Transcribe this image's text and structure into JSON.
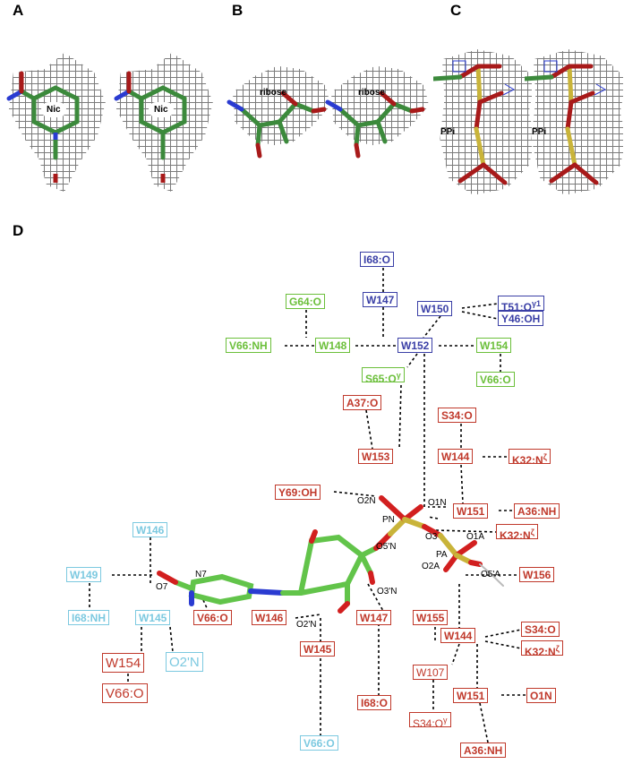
{
  "panels": {
    "a": "A",
    "b": "B",
    "c": "C",
    "d": "D"
  },
  "density_labels": {
    "nic": "Nic",
    "ribose": "ribose",
    "ppi": "PPi"
  },
  "boxes": {
    "i68_o_top": "I68:O",
    "w147_top": "W147",
    "w150": "W150",
    "t51": "T51:O",
    "g64_o": "G64:O",
    "y46_oh": "Y46:OH",
    "v66_nh": "V66:NH",
    "w148": "W148",
    "w152": "W152",
    "w154_top": "W154",
    "s65": "S65:O",
    "v66_o_green": "V66:O",
    "a37_o": "A37:O",
    "s34_o_top": "S34:O",
    "w153": "W153",
    "w144_top": "W144",
    "k32_top": "K32:N",
    "y69_oh": "Y69:OH",
    "w151_top": "W151",
    "a36_nh_top": "A36:NH",
    "k32_mid": "K32:N",
    "w146_cyan": "W146",
    "w149": "W149",
    "w156": "W156",
    "i68_nh": "I68:NH",
    "w145_cyan": "W145",
    "v66_o_red": "V66:O",
    "w146_red": "W146",
    "w147_red": "W147",
    "w155": "W155",
    "s34_o_mid": "S34:O",
    "w144_bot": "W144",
    "k32_bot": "K32:N",
    "w154_big": "W154",
    "o2n_big": "O2'N",
    "w145_red": "W145",
    "w107": "W107",
    "w151_bot": "W151",
    "o1n_box": "O1N",
    "v66_o_big": "V66:O",
    "i68_o_bot": "I68:O",
    "s34_og": "S34:O",
    "v66_o_cyan": "V66:O",
    "a36_nh_bot": "A36:NH"
  },
  "superscripts": {
    "gamma1": "γ1",
    "gamma": "γ",
    "zeta": "ζ"
  },
  "atoms": {
    "o2n": "O2N",
    "o1n": "O1N",
    "pn": "PN",
    "o3": "O3",
    "o5n": "O5'N",
    "o1a": "O1A",
    "pa": "PA",
    "o2a": "O2A",
    "o5a": "O5'A",
    "n7": "N7",
    "o7": "O7",
    "o3n": "O3'N",
    "o2n_prime": "O2'N"
  },
  "colors": {
    "red": "#c0392b",
    "blue": "#3a3fa6",
    "green": "#6bbf3a",
    "cyan": "#7cc9e0",
    "carbon": "#62c44a",
    "oxygen": "#d21f1f",
    "nitrogen": "#2a3bd1",
    "phosphorus": "#c9b43a"
  }
}
